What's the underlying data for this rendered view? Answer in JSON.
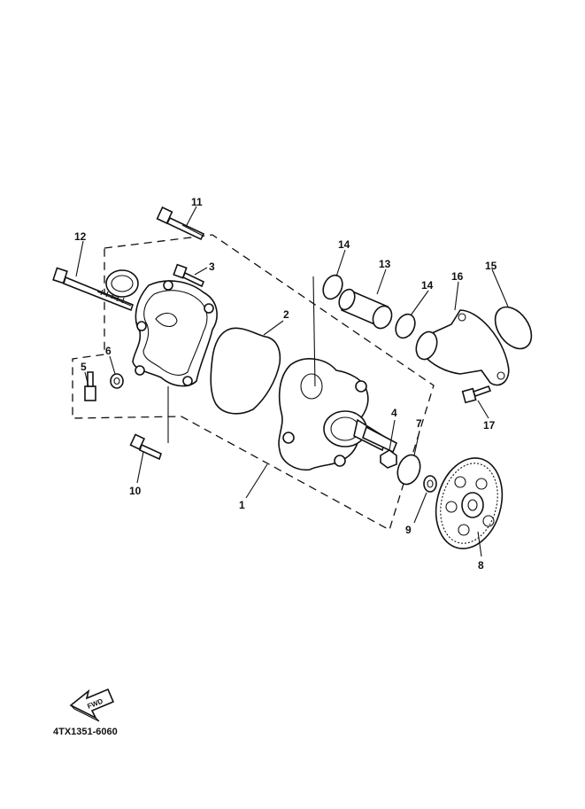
{
  "callouts": {
    "n1": "1",
    "n2": "2",
    "n3": "3",
    "n4": "4",
    "n5": "5",
    "n6": "6",
    "n7": "7",
    "n8": "8",
    "n9": "9",
    "n10": "10",
    "n11": "11",
    "n12": "12",
    "n13": "13",
    "n14a": "14",
    "n14b": "14",
    "n15": "15",
    "n16": "16",
    "n17": "17"
  },
  "fwd_label": "FWD",
  "drawing_code": "4TX1351-6060",
  "icons": {
    "forward_arrow": "fwd-arrow-icon"
  }
}
